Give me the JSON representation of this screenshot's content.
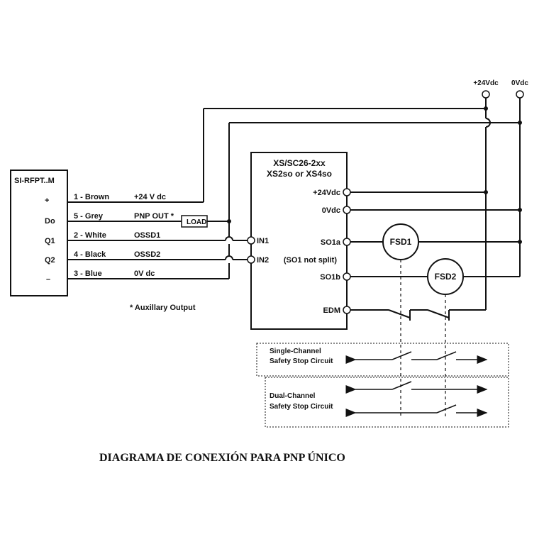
{
  "supply": {
    "pos": "+24Vdc",
    "neg": "0Vdc"
  },
  "sensor": {
    "name": "SI-RFPT..M",
    "pins": [
      "+",
      "Do",
      "Q1",
      "Q2",
      "–"
    ]
  },
  "wires": [
    {
      "id": "1 - Brown",
      "signal": "+24 V dc"
    },
    {
      "id": "5 - Grey",
      "signal": "PNP OUT *"
    },
    {
      "id": "2 - White",
      "signal": "OSSD1"
    },
    {
      "id": "4 - Black",
      "signal": "OSSD2"
    },
    {
      "id": "3 - Blue",
      "signal": "0V dc"
    }
  ],
  "load_label": "LOAD",
  "footnote": "* Auxillary Output",
  "module": {
    "title_line1": "XS/SC26-2xx",
    "title_line2": "XS2so or XS4so",
    "in1": "IN1",
    "in2": "IN2",
    "t_24": "+24Vdc",
    "t_0": "0Vdc",
    "so1a": "SO1a",
    "so1_note": "(SO1 not split)",
    "so1b": "SO1b",
    "edm": "EDM"
  },
  "fsd": [
    "FSD1",
    "FSD2"
  ],
  "single_channel": {
    "line1": "Single-Channel",
    "line2": "Safety Stop Circuit"
  },
  "dual_channel": {
    "line1": "Dual-Channel",
    "line2": "Safety Stop Circuit"
  },
  "title": "DIAGRAMA DE CONEXIÓN PARA PNP ÚNICO"
}
